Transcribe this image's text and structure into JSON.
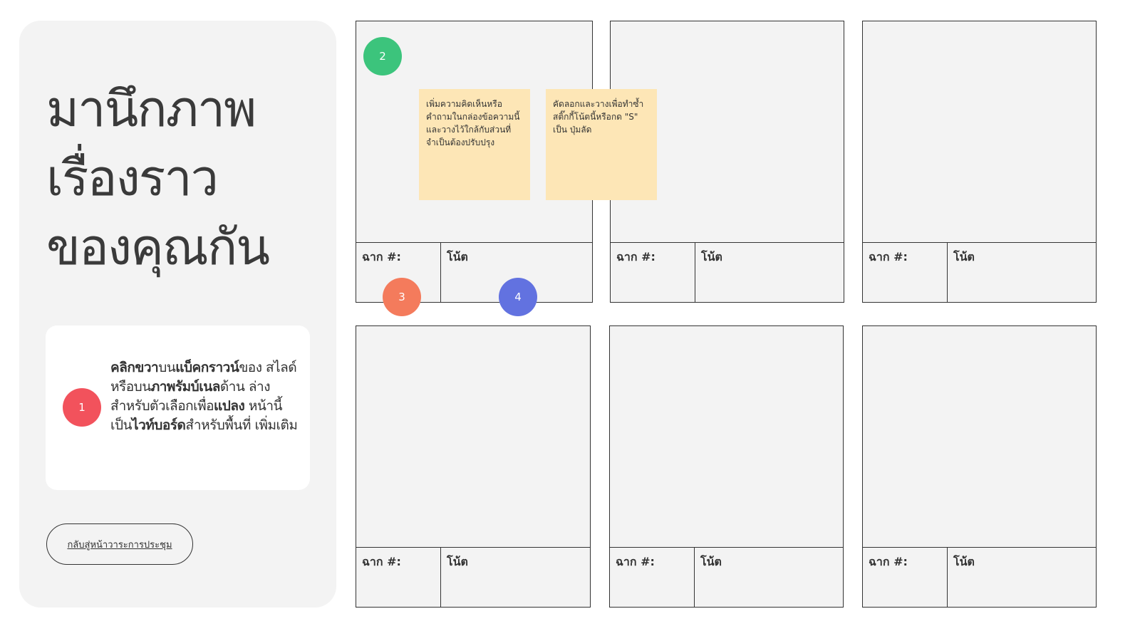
{
  "title": {
    "line1": "มานึกภาพ",
    "line2": "เรื่องราว",
    "line3": "ของคุณกัน"
  },
  "info": {
    "t1": "คลิกขวา",
    "t2": "บน",
    "t3": "แบ็คกราวน์",
    "t4": "ของ สไลด์ หรือบน",
    "t5": "ภาพรัมบ์เนล",
    "t6": "ด้าน ล่าง สำหรับตัวเลือกเพื่อ",
    "t7": "แปลง",
    "t8": " หน้านี้เป็น",
    "t9": "ไวท์บอร์ด",
    "t10": "สำหรับพื้นที่ เพิ่มเติม"
  },
  "agenda_button": "กลับสู่หน้าวาระการประชุม",
  "frame_labels": {
    "scene": "ฉาก #:",
    "note": "โน้ต"
  },
  "stickies": [
    "เพิ่มความคิดเห็นหรือคำถามในกล่องข้อความนี้และวางไว้ใกล้กับส่วนที่จำเป็นต้องปรับปรุง",
    "คัดลอกและวางเพื่อทำซ้ำสติ๊กกี้โน้ตนี้หรือกด \"S\" เป็น ปุ่มลัด"
  ],
  "markers": [
    {
      "label": "1",
      "color": "#f2525c"
    },
    {
      "label": "2",
      "color": "#3cc47c"
    },
    {
      "label": "3",
      "color": "#f47b5c"
    },
    {
      "label": "4",
      "color": "#6272e0"
    }
  ],
  "colors": {
    "panel": "#f3f3f3",
    "sticky": "#fde6b6",
    "text": "#333333"
  }
}
